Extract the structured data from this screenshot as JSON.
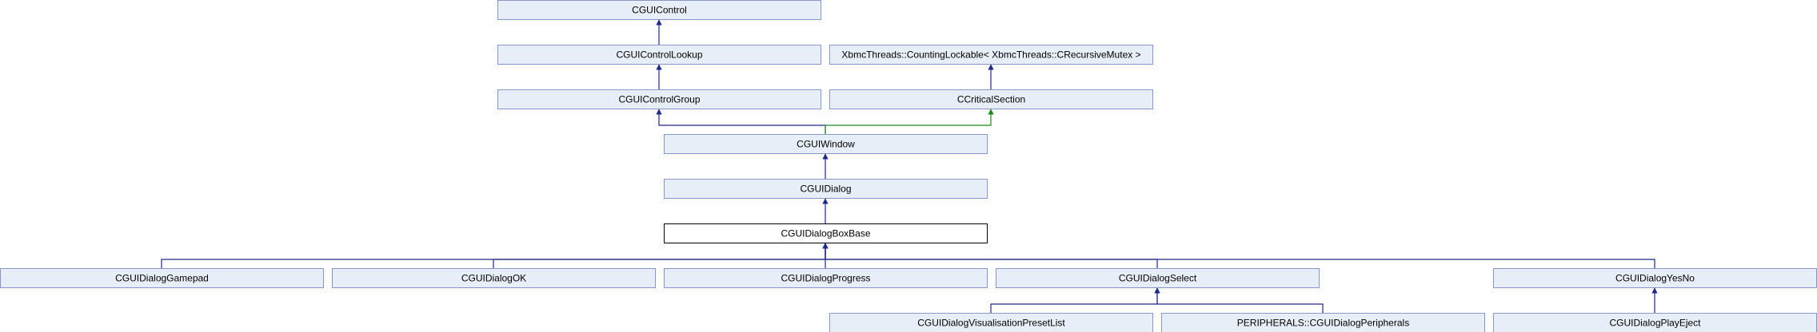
{
  "diagram": {
    "colors": {
      "node_fill": "#e8eef7",
      "node_border": "#8497c4",
      "current_border": "#000000",
      "current_fill": "#ffffff",
      "public_edge": "#1f2a88",
      "protected_edge": "#1e8a1e"
    },
    "nodes": [
      {
        "id": "cguicontrol",
        "label": "CGUIControl"
      },
      {
        "id": "cguicontrollookup",
        "label": "CGUIControlLookup"
      },
      {
        "id": "countinglockable",
        "label": "XbmcThreads::CountingLockable< XbmcThreads::CRecursiveMutex >"
      },
      {
        "id": "cguicontrolgroup",
        "label": "CGUIControlGroup"
      },
      {
        "id": "ccriticalsection",
        "label": "CCriticalSection"
      },
      {
        "id": "cguiwindow",
        "label": "CGUIWindow"
      },
      {
        "id": "cguidialog",
        "label": "CGUIDialog"
      },
      {
        "id": "cguidialogboxbase",
        "label": "CGUIDialogBoxBase",
        "current": true
      },
      {
        "id": "cguidialoggamepad",
        "label": "CGUIDialogGamepad"
      },
      {
        "id": "cguidialogok",
        "label": "CGUIDialogOK"
      },
      {
        "id": "cguidialogprogress",
        "label": "CGUIDialogProgress"
      },
      {
        "id": "cguidialogselect",
        "label": "CGUIDialogSelect"
      },
      {
        "id": "cguidialogyesno",
        "label": "CGUIDialogYesNo"
      },
      {
        "id": "visualisationpresetlist",
        "label": "CGUIDialogVisualisationPresetList"
      },
      {
        "id": "peripherals",
        "label": "PERIPHERALS::CGUIDialogPeripherals"
      },
      {
        "id": "cguidialogplayeject",
        "label": "CGUIDialogPlayEject"
      }
    ],
    "edges": [
      {
        "from": "cguicontrollookup",
        "to": "cguicontrol",
        "kind": "public"
      },
      {
        "from": "cguicontrolgroup",
        "to": "cguicontrollookup",
        "kind": "public"
      },
      {
        "from": "ccriticalsection",
        "to": "countinglockable",
        "kind": "public"
      },
      {
        "from": "cguiwindow",
        "to": "cguicontrolgroup",
        "kind": "public"
      },
      {
        "from": "cguiwindow",
        "to": "ccriticalsection",
        "kind": "protected"
      },
      {
        "from": "cguidialog",
        "to": "cguiwindow",
        "kind": "public"
      },
      {
        "from": "cguidialogboxbase",
        "to": "cguidialog",
        "kind": "public"
      },
      {
        "from": "cguidialoggamepad",
        "to": "cguidialogboxbase",
        "kind": "public"
      },
      {
        "from": "cguidialogok",
        "to": "cguidialogboxbase",
        "kind": "public"
      },
      {
        "from": "cguidialogprogress",
        "to": "cguidialogboxbase",
        "kind": "public"
      },
      {
        "from": "cguidialogselect",
        "to": "cguidialogboxbase",
        "kind": "public"
      },
      {
        "from": "cguidialogyesno",
        "to": "cguidialogboxbase",
        "kind": "public"
      },
      {
        "from": "visualisationpresetlist",
        "to": "cguidialogselect",
        "kind": "public"
      },
      {
        "from": "peripherals",
        "to": "cguidialogselect",
        "kind": "public"
      },
      {
        "from": "cguidialogplayeject",
        "to": "cguidialogyesno",
        "kind": "public"
      }
    ]
  }
}
